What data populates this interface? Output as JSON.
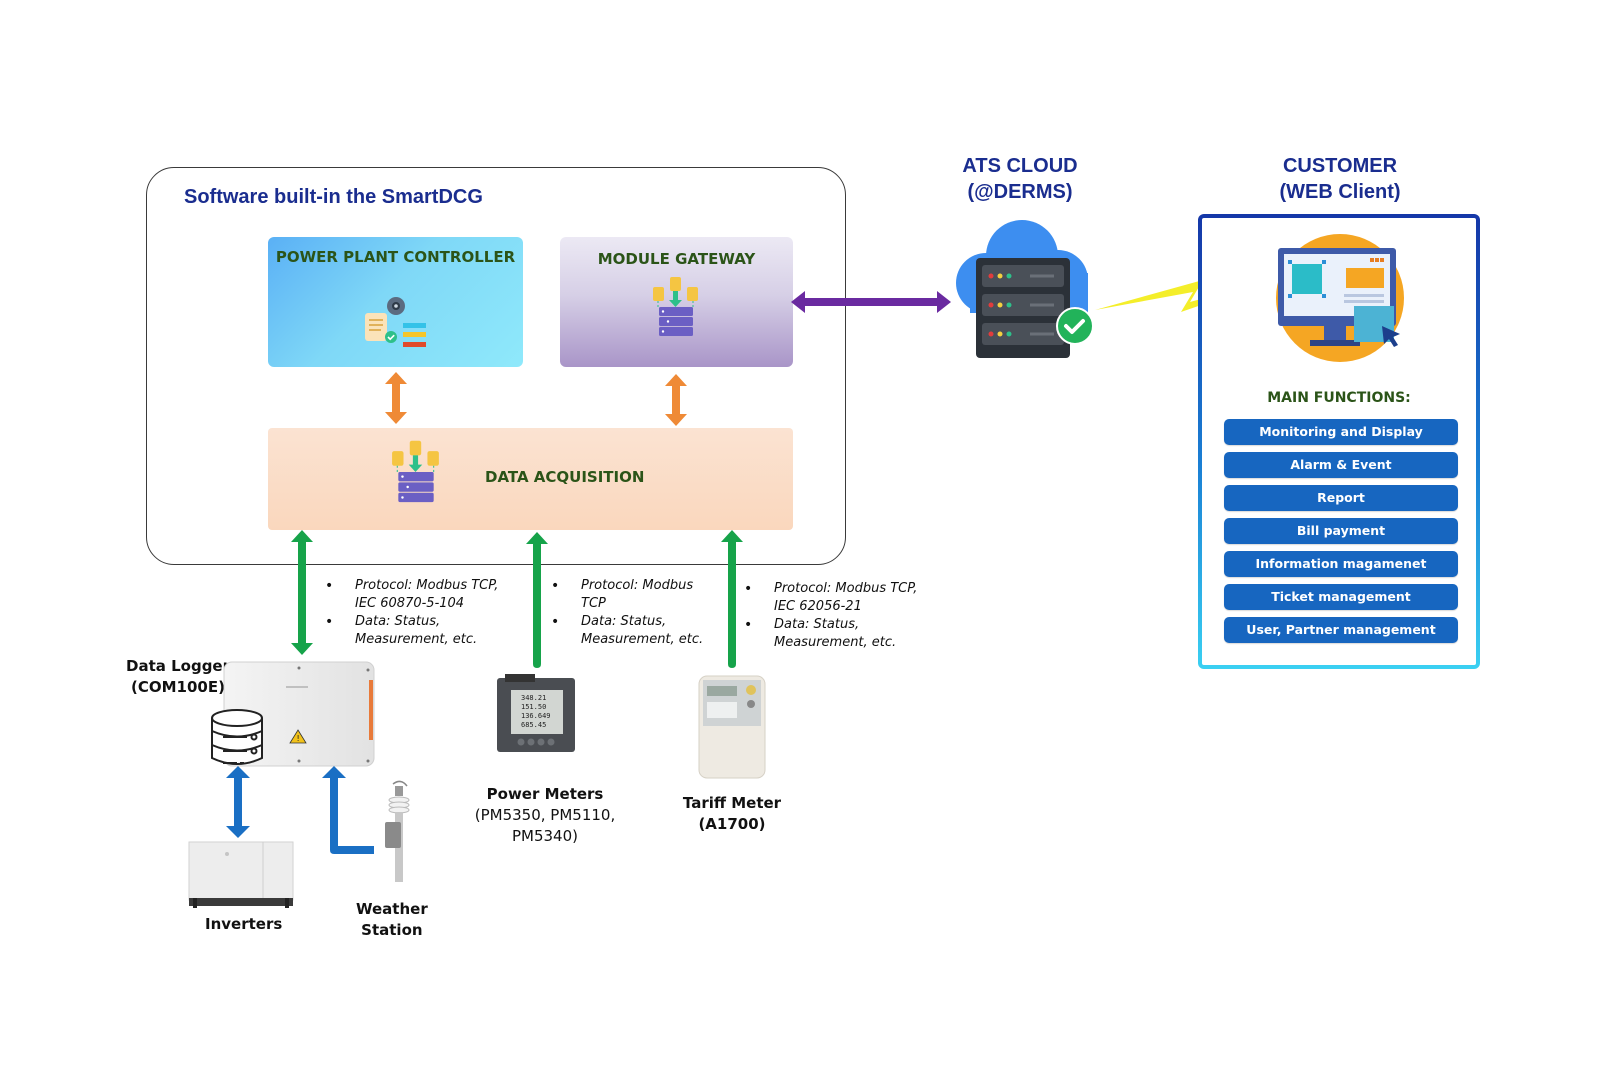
{
  "software_box": {
    "title": "Software built-in the SmartDCG",
    "power_plant_controller": {
      "label": "POWER PLANT CONTROLLER",
      "icon": "config-document-gear-icon"
    },
    "module_gateway": {
      "label": "MODULE GATEWAY",
      "icon": "server-data-collect-icon"
    },
    "data_acquisition": {
      "label": "DATA ACQUISITION",
      "icon": "server-data-collect-icon"
    }
  },
  "cloud": {
    "title_line1": "ATS CLOUD",
    "title_line2": "(@DERMS)",
    "icon": "cloud-server-check-icon"
  },
  "customer": {
    "title_line1": "CUSTOMER",
    "title_line2": "(WEB Client)",
    "icon": "web-monitor-icon",
    "main_functions_title": "MAIN FUNCTIONS:",
    "functions": [
      "Monitoring and Display",
      "Alarm & Event",
      "Report",
      "Bill payment",
      "Information magamenet",
      "Ticket management",
      "User, Partner management"
    ]
  },
  "protocol_notes": [
    {
      "protocol": "Protocol: Modbus TCP,",
      "protocol2": "IEC 60870-5-104",
      "data": "Data: Status,",
      "data2": "Measurement, etc."
    },
    {
      "protocol": "Protocol: Modbus",
      "protocol2": "TCP",
      "data": "Data: Status,",
      "data2": "Measurement, etc."
    },
    {
      "protocol": "Protocol: Modbus TCP,",
      "protocol2": "IEC 62056-21",
      "data": "Data: Status,",
      "data2": "Measurement, etc."
    }
  ],
  "devices": {
    "data_logger": {
      "line1": "Data Logger",
      "line2": "(COM100E)"
    },
    "inverters": {
      "line1": "Inverters"
    },
    "weather_station": {
      "line1": "Weather",
      "line2": "Station"
    },
    "power_meters": {
      "line1": "Power Meters",
      "line2": "(PM5350, PM5110,",
      "line3": "PM5340)"
    },
    "tariff_meter": {
      "line1": "Tariff Meter",
      "line2": "(A1700)"
    }
  },
  "power_meter_display": [
    "348.21",
    "151.50",
    "136.649",
    "685.45"
  ],
  "colors": {
    "heading_blue": "#1a2d8f",
    "label_green": "#2b5418",
    "function_button": "#1766c0",
    "arrow_green": "#16a34a",
    "arrow_orange": "#ef8a36",
    "arrow_purple": "#6a2aa0",
    "arrow_blue": "#1a6fc4",
    "lightning_yellow": "#f4ee2a"
  }
}
